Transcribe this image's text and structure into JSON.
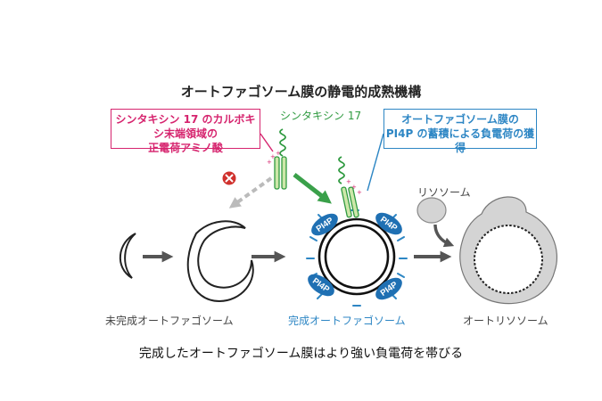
{
  "title": "オートファゴソーム膜の静電的成熟機構",
  "box_pink": {
    "line1": "シンタキシン 17 のカルボキシ末端領域の",
    "line2": "正電荷アミノ酸"
  },
  "box_blue": {
    "line1": "オートファゴソーム膜の",
    "line2": "PI4P の蓄積による負電荷の獲得"
  },
  "syntaxin_label": "シンタキシン 17",
  "lysosome_label": "リソソーム",
  "pi4p_label": "PI4P",
  "stages": {
    "immature": "未完成オートファゴソーム",
    "complete": "完成オートファゴソーム",
    "autolysosome": "オートリソソーム"
  },
  "conclusion": "完成したオートファゴソーム膜はより強い負電荷を帯びる",
  "colors": {
    "pink": "#d6246e",
    "blue": "#2d86c4",
    "green": "#2f9a40",
    "arrow": "#555555",
    "red": "#d0312d"
  }
}
